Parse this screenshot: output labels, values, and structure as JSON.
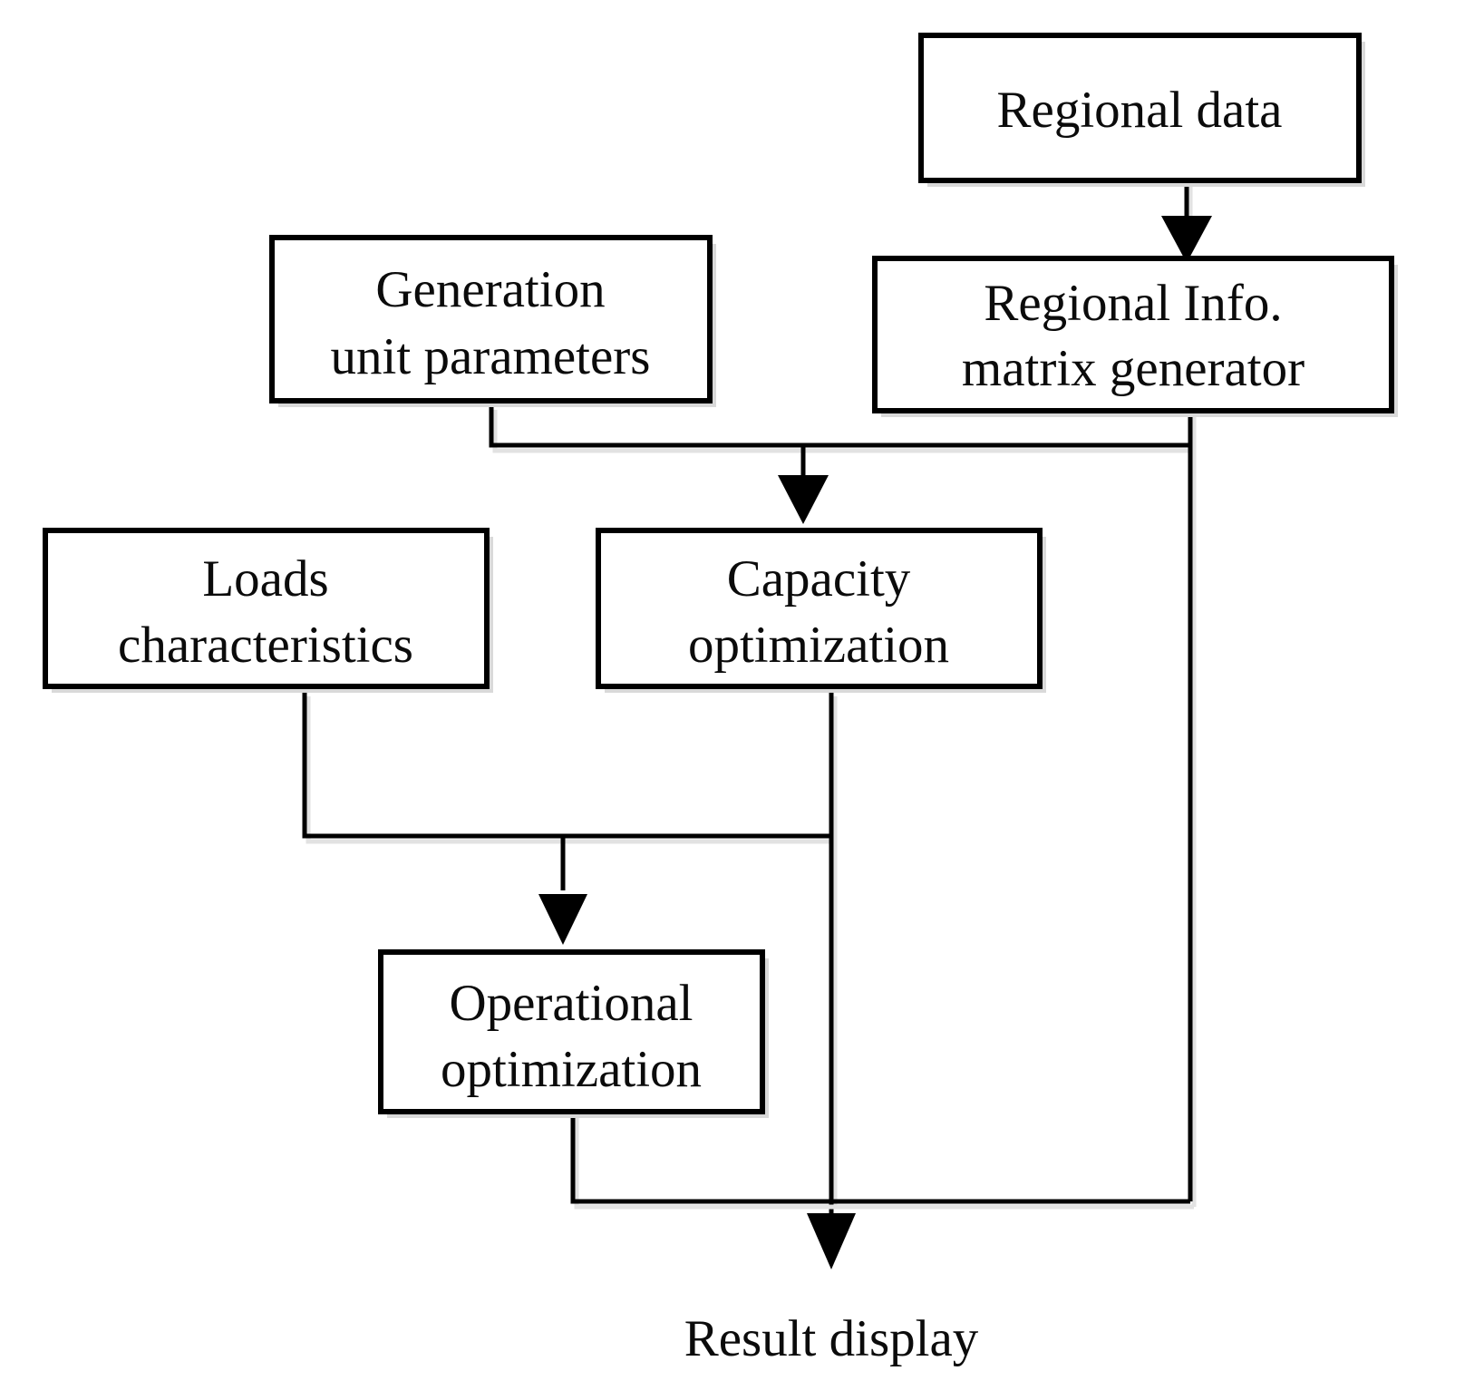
{
  "diagram": {
    "title": "Power system planning flowchart",
    "background_color": "#ffffff",
    "line_color": "#000000",
    "text_color": "#0b0b0b",
    "nodes": [
      {
        "id": "regional-data",
        "lines": [
          "Regional data"
        ],
        "shape": "rectangle"
      },
      {
        "id": "regional-info-matrix-generator",
        "lines": [
          "Regional Info.",
          "matrix generator"
        ],
        "shape": "rectangle"
      },
      {
        "id": "generation-unit-parameters",
        "lines": [
          "Generation",
          "unit parameters"
        ],
        "shape": "rectangle"
      },
      {
        "id": "loads-characteristics",
        "lines": [
          "Loads",
          "characteristics"
        ],
        "shape": "rectangle"
      },
      {
        "id": "capacity-optimization",
        "lines": [
          "Capacity",
          "optimization"
        ],
        "shape": "rectangle"
      },
      {
        "id": "operational-optimization",
        "lines": [
          "Operational",
          "optimization"
        ],
        "shape": "rectangle"
      },
      {
        "id": "result-display",
        "lines": [
          "Result display"
        ],
        "shape": "label"
      }
    ],
    "edges": [
      {
        "from": "regional-data",
        "to": "regional-info-matrix-generator",
        "arrow": true
      },
      {
        "from": "generation-unit-parameters",
        "to": "capacity-optimization",
        "arrow": true
      },
      {
        "from": "regional-info-matrix-generator",
        "to": "capacity-optimization",
        "arrow": true
      },
      {
        "from": "loads-characteristics",
        "to": "operational-optimization",
        "arrow": true
      },
      {
        "from": "capacity-optimization",
        "to": "operational-optimization",
        "arrow": true
      },
      {
        "from": "capacity-optimization",
        "to": "result-display",
        "arrow": true
      },
      {
        "from": "operational-optimization",
        "to": "result-display",
        "arrow": true
      },
      {
        "from": "regional-info-matrix-generator",
        "to": "result-display",
        "arrow": true
      }
    ]
  },
  "labels": {
    "regional_data": "Regional data",
    "regional_info_l1": "Regional Info.",
    "regional_info_l2": "matrix generator",
    "generation_l1": "Generation",
    "generation_l2": "unit parameters",
    "loads_l1": "Loads",
    "loads_l2": "characteristics",
    "capacity_l1": "Capacity",
    "capacity_l2": "optimization",
    "operational_l1": "Operational",
    "operational_l2": "optimization",
    "result_display": "Result display"
  }
}
